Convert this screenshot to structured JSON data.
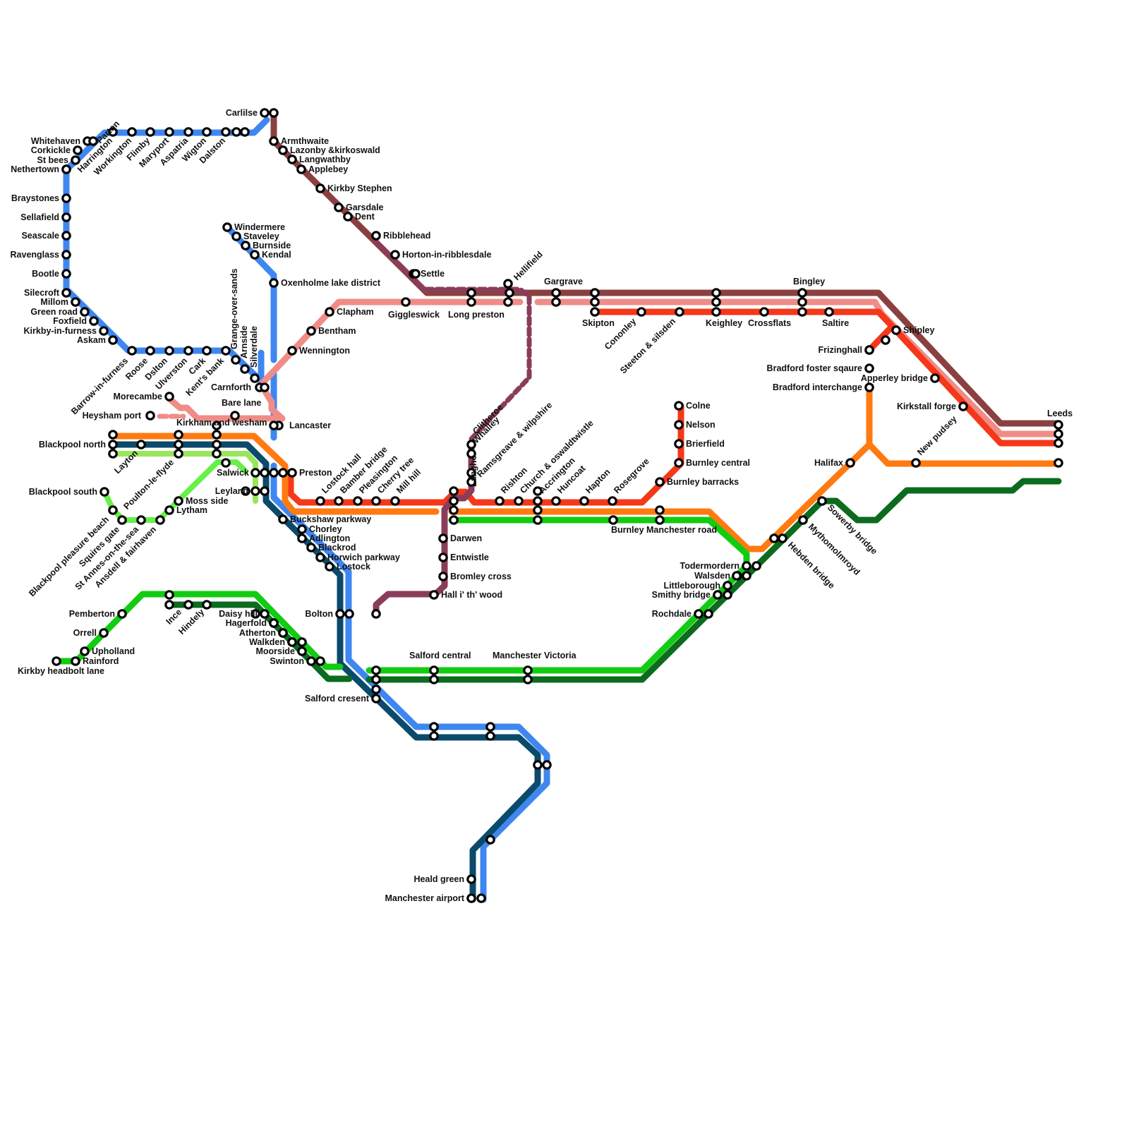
{
  "map": {
    "lines": [
      {
        "id": "cumbrian-coast",
        "color": "#3f87f0"
      },
      {
        "id": "settle-carlisle",
        "color": "#8a4040"
      },
      {
        "id": "morecambe",
        "color": "#f08c87"
      },
      {
        "id": "calder",
        "color": "#f5371a"
      },
      {
        "id": "caldervale-orange",
        "color": "#ff7a10"
      },
      {
        "id": "manchester-preston",
        "color": "#0b4a6b"
      },
      {
        "id": "wigan-green",
        "color": "#11cc11"
      },
      {
        "id": "deep-green",
        "color": "#0b6b1e"
      },
      {
        "id": "light-green",
        "color": "#99e65c"
      },
      {
        "id": "bright-green",
        "color": "#66f04a"
      },
      {
        "id": "clitheroe",
        "color": "#8a3d5a"
      }
    ],
    "stations": [
      "Carlilse",
      "Armthwaite",
      "Lazonby &kirkoswald",
      "Langwathby",
      "Applebey",
      "Kirkby Stephen",
      "Garsdale",
      "Dent",
      "Ribblehead",
      "Horton-in-ribblesdale",
      "Settle",
      "Whitehaven",
      "Parton",
      "Harrington",
      "Workington",
      "Flimby",
      "Maryport",
      "Aspatria",
      "Wigton",
      "Dalston",
      "Corkickle",
      "St bees",
      "Nethertown",
      "Braystones",
      "Sellafield",
      "Seascale",
      "Ravenglass",
      "Bootle",
      "Silecroft",
      "Millom",
      "Green road",
      "Foxfield",
      "Kirkby-in-furness",
      "Askam",
      "Barrow-in-furness",
      "Roose",
      "Dslton",
      "Ulverston",
      "Cark",
      "Kent's bank",
      "Grange-over-sands",
      "Arnside",
      "Silverdale",
      "Windermere",
      "Staveley",
      "Burnside",
      "Kendal",
      "Oxenholme lake district",
      "Clapham",
      "Bentham",
      "Wennington",
      "Giggleswick",
      "Long preston",
      "Hellifield",
      "Gargrave",
      "Skipton",
      "Cononley",
      "Steeton & silsden",
      "Keighley",
      "Crossflats",
      "Bingley",
      "Saltire",
      "Shipley",
      "Leeds",
      "Carnforth",
      "Bare lane",
      "Morecambe",
      "Heysham port",
      "Lancaster",
      "Kirkham and wesham",
      "Blackpool north",
      "Layton",
      "Poulton-le-flyde",
      "Salwick",
      "Preston",
      "Leyland",
      "Blackpool south",
      "Blackpool pleasure beach",
      "Squires gate",
      "St Annes-on-the-sea",
      "Ansdell & fairhaven",
      "Lytham",
      "Moss side",
      "Lostock hall",
      "Bamber bridge",
      "Pleasington",
      "Cherry tree",
      "Mill hill",
      "Rishton",
      "Church & oswaldtwistle",
      "Accrington",
      "Huncoat",
      "Hapton",
      "Rosegrove",
      "Burnley barracks",
      "Burnley central",
      "Brierfield",
      "Nelson",
      "Colne",
      "Clitheroe",
      "Whalley",
      "Langho",
      "Ramsgreave & wilpshire",
      "Darwen",
      "Entwistle",
      "Bromley cross",
      "Hall i' th' wood",
      "Buckshaw parkway",
      "Chorley",
      "Adlington",
      "Blackrod",
      "Horwich parkway",
      "Lostock",
      "Bolton",
      "Burnley Manchester road",
      "Todermordern",
      "Walsden",
      "Littleborough",
      "Smithy bridge",
      "Rochdale",
      "Hebden bridge",
      "Mythomolmroyd",
      "Sowerby bridge",
      "Halifax",
      "Bradford interchange",
      "Bradford foster sqaure",
      "Frizinghall",
      "Apperley bridge",
      "Kirkstall forge",
      "New pudsey",
      "Pemberton",
      "Orrell",
      "Upholland",
      "Rainford",
      "Kirkby headbolt lane",
      "Ince",
      "Hindely",
      "Daisy hill",
      "Hagerfold",
      "Atherton",
      "Walkden",
      "Moorside",
      "Swinton",
      "Salford central",
      "Manchester Victoria",
      "Salford cresent",
      "Heald green",
      "Manchester airport"
    ]
  }
}
